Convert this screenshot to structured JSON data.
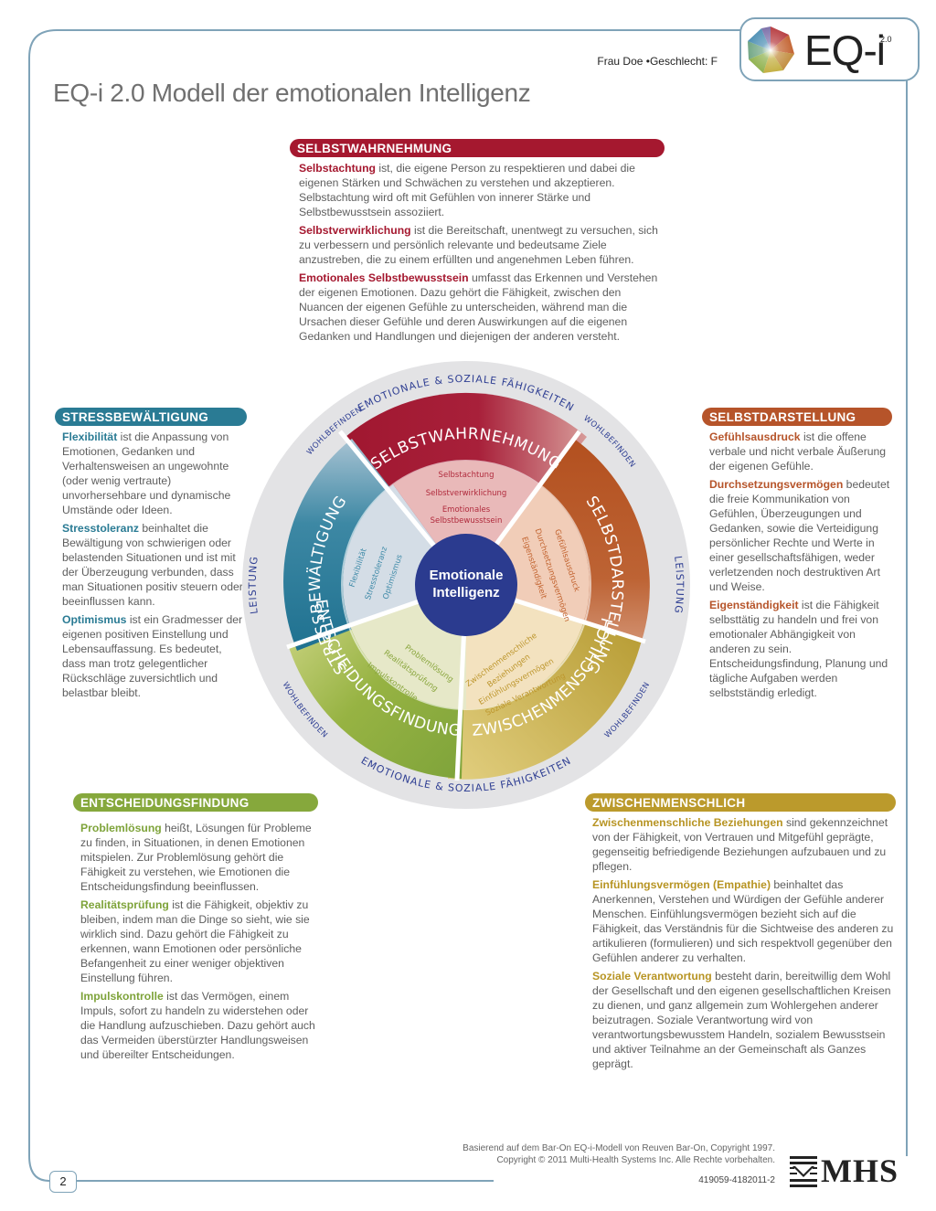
{
  "header": {
    "person": "Frau Doe",
    "gender_label": "Geschlecht: F",
    "info_line": "Frau Doe •Geschlecht: F",
    "logo_text": "EQ-i",
    "logo_version": "2.0"
  },
  "page_title": "EQ-i 2.0 Modell der emotionalen Intelligenz",
  "colors": {
    "frame": "#7fa3b8",
    "selbstwahrnehmung": "#a5182f",
    "stressbewaeltigung": "#2a7b94",
    "selbstdarstellung": "#b6542a",
    "entscheidungsfindung": "#86a83c",
    "zwischenmenschlich": "#bb9a2c",
    "center": "#2b3b8f",
    "ring": "#e3e3e5",
    "ring_text": "#2f3f93"
  },
  "sections": {
    "selbstwahrnehmung": {
      "title": "SELBSTWAHRNEHMUNG",
      "items": [
        {
          "term": "Selbstachtung",
          "text": " ist, die eigene Person zu respektieren und dabei die eigenen Stärken und Schwächen zu verstehen und akzeptieren. Selbstachtung wird oft mit Gefühlen von innerer Stärke und Selbstbewusstsein assoziiert."
        },
        {
          "term": "Selbstverwirklichung",
          "text": " ist die Bereitschaft, unentwegt zu versuchen, sich zu verbessern  und persönlich relevante und bedeutsame Ziele anzustreben, die zu einem erfüllten und angenehmen Leben führen."
        },
        {
          "term": "Emotionales Selbstbewusstsein",
          "text": " umfasst das Erkennen und Verstehen der eigenen Emotionen. Dazu gehört die Fähigkeit, zwischen den Nuancen der eigenen Gefühle zu unterscheiden, während man die Ursachen dieser Gefühle und deren Auswirkungen auf die eigenen Gedanken und Handlungen und diejenigen der anderen versteht."
        }
      ]
    },
    "stressbewaeltigung": {
      "title": "STRESSBEWÄLTIGUNG",
      "items": [
        {
          "term": "Flexibilität",
          "text": " ist die Anpassung von Emotionen, Gedanken und Verhaltensweisen an ungewohnte (oder wenig vertraute) unvorhersehbare und dynamische Umstände oder Ideen."
        },
        {
          "term": "Stresstoleranz",
          "text": " beinhaltet die Bewältigung von schwierigen oder belastenden Situationen und ist mit der Überzeugung verbunden, dass man Situationen positiv steuern oder beeinflussen kann."
        },
        {
          "term": "Optimismus",
          "text": " ist ein Gradmesser der eigenen positiven Einstellung und Lebensauffassung. Es bedeutet, dass man trotz gelegentlicher Rückschläge zuversichtlich und belastbar bleibt."
        }
      ]
    },
    "selbstdarstellung": {
      "title": "SELBSTDARSTELLUNG",
      "items": [
        {
          "term": "Gefühlsausdruck",
          "text": " ist die offene verbale und nicht verbale Äußerung der eigenen Gefühle."
        },
        {
          "term": "Durchsetzungsvermögen",
          "text": " bedeutet die freie Kommunikation von Gefühlen, Überzeugungen und Gedanken, sowie die Verteidigung persönlicher Rechte und Werte in einer gesellschaftsfähigen, weder verletzenden noch destruktiven Art und Weise."
        },
        {
          "term": "Eigenständigkeit",
          "text": " ist die Fähigkeit selbsttätig zu handeln und frei von emotionaler Abhängigkeit von anderen zu sein. Entscheidungsfindung, Planung und tägliche Aufgaben werden selbstständig erledigt."
        }
      ]
    },
    "entscheidungsfindung": {
      "title": "ENTSCHEIDUNGSFINDUNG",
      "items": [
        {
          "term": "Problemlösung",
          "text": " heißt, Lösungen für Probleme zu finden, in Situationen, in denen Emotionen mitspielen. Zur Problemlösung gehört die Fähigkeit zu verstehen, wie Emotionen die Entscheidungsfindung beeinflussen."
        },
        {
          "term": "Realitätsprüfung",
          "text": " ist die Fähigkeit, objektiv zu bleiben, indem man die Dinge so sieht, wie sie wirklich sind. Dazu gehört die Fähigkeit zu erkennen, wann Emotionen oder persönliche Befangenheit zu einer weniger objektiven Einstellung führen."
        },
        {
          "term": "Impulskontrolle",
          "text": " ist das Vermögen, einem Impuls, sofort zu handeln zu widerstehen oder die Handlung aufzuschieben. Dazu gehört auch das Vermeiden überstürzter Handlungsweisen und übereilter Entscheidungen."
        }
      ]
    },
    "zwischenmenschlich": {
      "title": "ZWISCHENMENSCHLICH",
      "items": [
        {
          "term": "Zwischenmenschliche Beziehungen",
          "text": " sind gekennzeichnet von der Fähigkeit, von Vertrauen und Mitgefühl geprägte, gegenseitig befriedigende Beziehungen aufzubauen und zu pflegen."
        },
        {
          "term": "Einfühlungsvermögen (Empathie)",
          "text": " beinhaltet das Anerkennen, Verstehen und Würdigen der Gefühle anderer Menschen. Einfühlungsvermögen bezieht sich auf die Fähigkeit, das Verständnis für die Sichtweise des anderen zu artikulieren (formulieren) und sich respektvoll gegenüber den Gefühlen anderer zu verhalten."
        },
        {
          "term": "Soziale Verantwortung",
          "text": " besteht darin, bereitwillig dem Wohl der Gesellschaft und den eigenen gesellschaftlichen Kreisen zu dienen, und ganz allgemein zum Wohlergehen anderer beizutragen. Soziale Verantwortung wird von verantwortungsbewusstem Handeln, sozialem Bewusstsein und aktiver Teilnahme an der Gemeinschaft als Ganzes geprägt."
        }
      ]
    }
  },
  "wheel": {
    "center_line1": "Emotionale",
    "center_line2": "Intelligenz",
    "outer_top": "EMOTIONALE & SOZIALE FÄHIGKEITEN",
    "outer_bottom": "EMOTIONALE & SOZIALE FÄHIGKEITEN",
    "wohlbefinden": "WOHLBEFINDEN",
    "leistung": "LEISTUNG",
    "segments": {
      "selbstwahrnehmung": {
        "label": "SELBSTWAHRNEHMUNG",
        "sub": [
          "Selbstachtung",
          "Selbstverwirklichung",
          "Emotionales",
          "Selbstbewusstsein"
        ]
      },
      "selbstdarstellung": {
        "label": "SELBSTDARSTELLUNG",
        "sub": [
          "Gefühlsausdruck",
          "Durchsetzungsvermögen",
          "Eigenständigkeit"
        ]
      },
      "zwischenmenschlich": {
        "label": "ZWISCHENMENSCHLICH",
        "sub": [
          "Zwischenmenschliche",
          "Beziehungen",
          "Einfühlungsvermögen",
          "Soziale Verantwortung"
        ]
      },
      "entscheidungsfindung": {
        "label": "ENTSCHEIDUNGSFINDUNG",
        "sub": [
          "Problemlösung",
          "Realitätsprüfung",
          "Impulskontrolle"
        ]
      },
      "stressbewaeltigung": {
        "label": "STRESSBEWÄLTIGUNG",
        "sub": [
          "Flexibilität",
          "Stresstoleranz",
          "Optimismus"
        ]
      }
    }
  },
  "footer": {
    "line1": "Basierend auf dem Bar-On EQ-i-Modell von Reuven Bar-On, Copyright 1997.",
    "line2": "Copyright © 2011 Multi-Health Systems Inc. Alle Rechte vorbehalten.",
    "code": "419059-4182011-2",
    "publisher_logo": "MHS",
    "page_number": "2"
  }
}
